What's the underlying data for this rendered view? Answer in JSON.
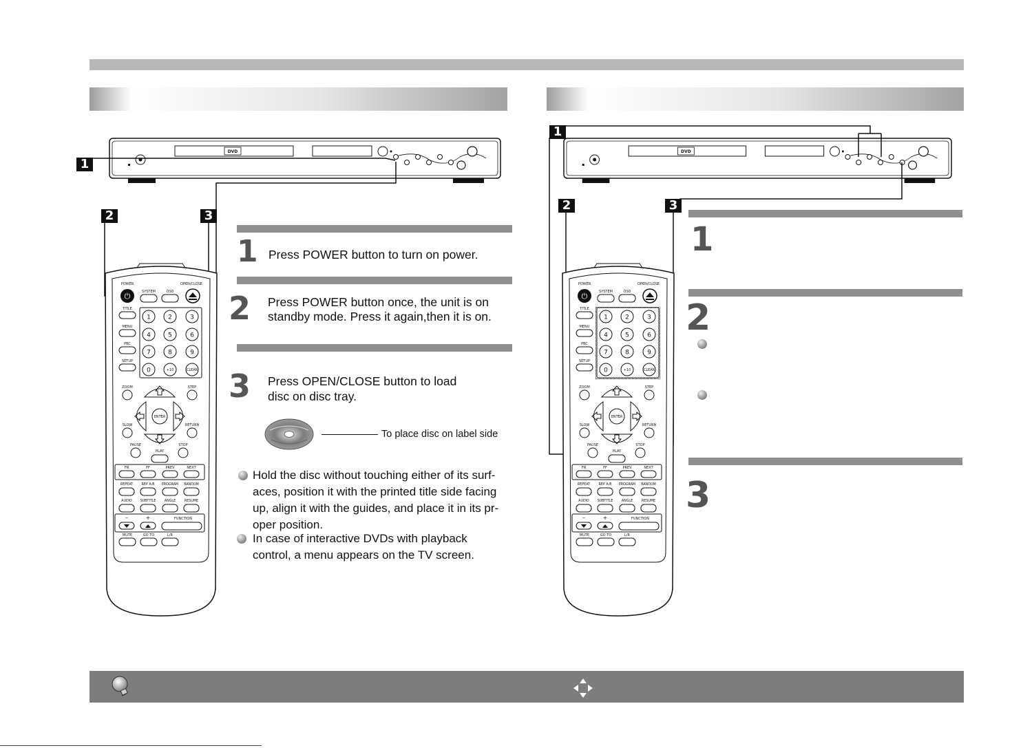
{
  "left": {
    "callouts": [
      "1",
      "2",
      "3"
    ],
    "steps": [
      {
        "num": "1",
        "lines": [
          "Press POWER button to turn on power."
        ]
      },
      {
        "num": "2",
        "lines": [
          "Press POWER button once, the unit is on",
          "standby mode. Press it again,then it is on."
        ]
      },
      {
        "num": "3",
        "lines": [
          "Press OPEN/CLOSE button to load",
          "disc on disc tray."
        ]
      }
    ],
    "disc_caption": "To place disc on label side",
    "notes": [
      [
        "Hold the disc without touching either of its surf-",
        "aces, position it with the printed title side facing",
        "up, align it with the guides, and place it in its pr-",
        "oper position."
      ],
      [
        "In case of interactive DVDs  with playback",
        "control, a menu appears on the TV screen."
      ]
    ]
  },
  "right": {
    "callouts": [
      "1",
      "2",
      "3"
    ],
    "step_numbers": [
      "1",
      "2",
      "3"
    ]
  },
  "remote": {
    "top_labels": [
      "POWER",
      "SYSTEM",
      "OSD",
      "OPEN/CLOSE"
    ],
    "side_labels": [
      "TITLE",
      "MENU",
      "PBC",
      "SETUP"
    ],
    "digits": [
      "1",
      "2",
      "3",
      "4",
      "5",
      "6",
      "7",
      "8",
      "9",
      "0",
      "+10",
      "CLEAR"
    ],
    "nav_labels": [
      "ZOOM",
      "STEP",
      "SLOW",
      "RETURN",
      "ENTER"
    ],
    "play_row_labels": [
      "PAUSE",
      "PLAY",
      "STOP"
    ],
    "transport_labels": [
      "FR",
      "FF",
      "PREV",
      "NEXT"
    ],
    "row1_labels": [
      "REPEAT",
      "REP A-B",
      "PROGRAM",
      "RANDOM"
    ],
    "row2_labels": [
      "AUDIO",
      "SUBTITLE",
      "ANGLE",
      "RESUME"
    ],
    "vol_labels": [
      "–",
      "+",
      "FUNCTION"
    ],
    "last_labels": [
      "MUTE",
      "GO TO",
      "L/R"
    ]
  },
  "player": {
    "logo": "DVD"
  },
  "colors": {
    "bars": "#8f8f8f",
    "footer": "#7d7d7d",
    "ink": "#111111"
  }
}
